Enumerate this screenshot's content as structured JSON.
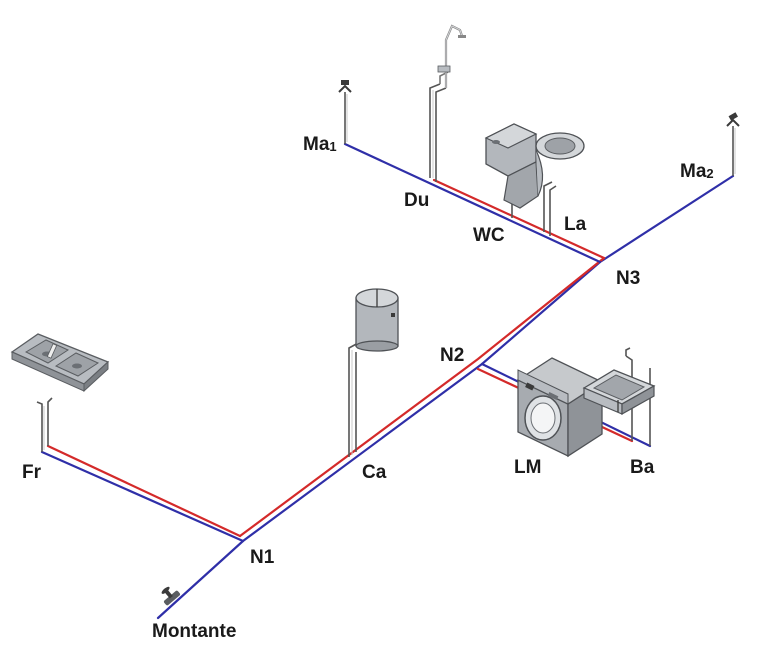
{
  "colors": {
    "cold_pipe": "#2f2fa8",
    "hot_pipe": "#d42a2a",
    "fixture_gray": "#a9adb2",
    "fixture_dark": "#5a5d61"
  },
  "labels": {
    "montante": "Montante",
    "n1": "N1",
    "n2": "N2",
    "n3": "N3",
    "fr": "Fr",
    "ca": "Ca",
    "lm": "LM",
    "ba": "Ba",
    "ma1": "Ma",
    "ma1_sub": "1",
    "ma2": "Ma",
    "ma2_sub": "2",
    "du": "Du",
    "wc": "WC",
    "la": "La"
  },
  "icons": {
    "source_valve": "valve-icon",
    "sink": "kitchen-sink-icon",
    "heater": "water-heater-icon",
    "washer": "washing-machine-icon",
    "tank": "laundry-tank-icon",
    "shower": "shower-icon",
    "toilet": "toilet-icon",
    "tap": "tap-icon"
  }
}
